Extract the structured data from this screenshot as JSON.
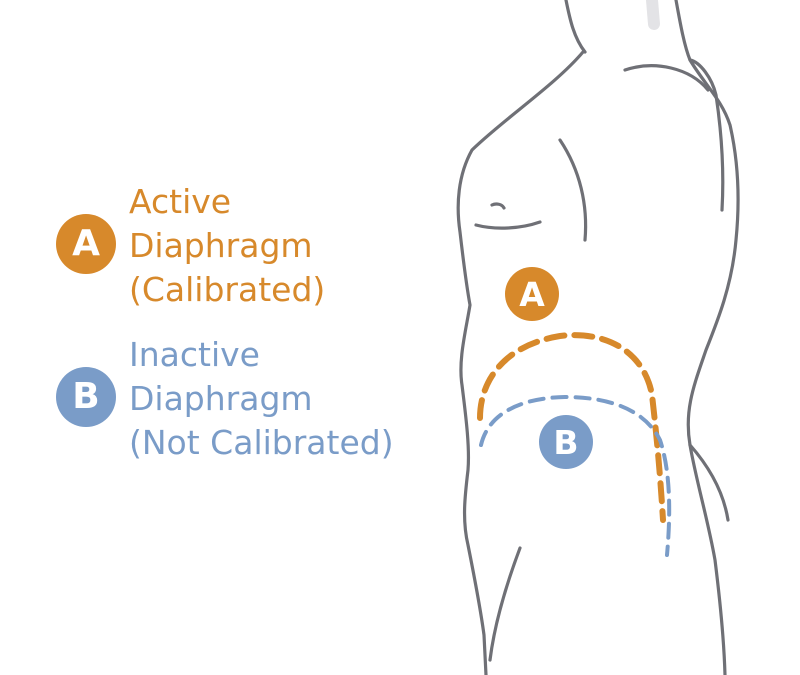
{
  "colors": {
    "active": "#d7892b",
    "inactive": "#7a9cc8",
    "outline": "#6f7076"
  },
  "legend": {
    "active": {
      "badge": "A",
      "lines": [
        "Active",
        "Diaphragm",
        "(Calibrated)"
      ]
    },
    "inactive": {
      "badge": "B",
      "lines": [
        "Inactive",
        "Diaphragm",
        "(Not Calibrated)"
      ]
    }
  },
  "figure": {
    "active_marker": "A",
    "inactive_marker": "B",
    "icons": [
      "torso-outline-icon"
    ]
  }
}
